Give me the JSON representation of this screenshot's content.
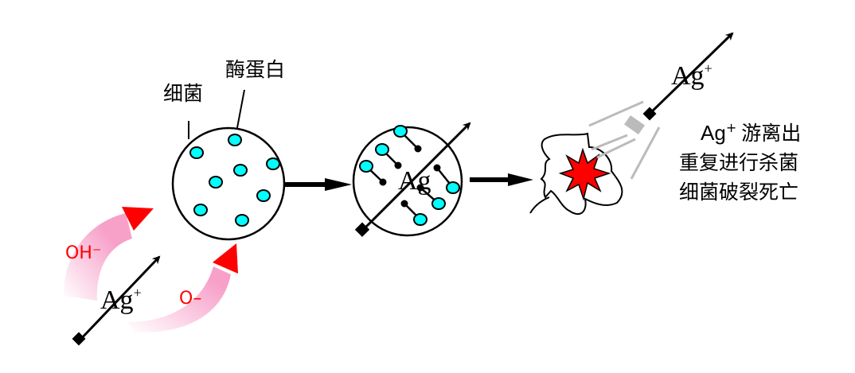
{
  "labels": {
    "bacteria": "细菌",
    "enzyme_protein": "酶蛋白",
    "oh_ion": "OH⁻",
    "o_ion": "O–",
    "silver_ion_base": "Ag",
    "silver_ion_charge": "+",
    "silver_inside": "Ag"
  },
  "result_text": {
    "line1_prefix": "Ag",
    "line1_charge": "+",
    "line1_text": "游离出",
    "line2": "重复进行杀菌",
    "line3": "细菌破裂死亡"
  },
  "colors": {
    "enzyme": "#00ffff",
    "ion_arrow": "#ff0000",
    "ion_band": "#f7a1c9",
    "explosion": "#ff0000"
  }
}
